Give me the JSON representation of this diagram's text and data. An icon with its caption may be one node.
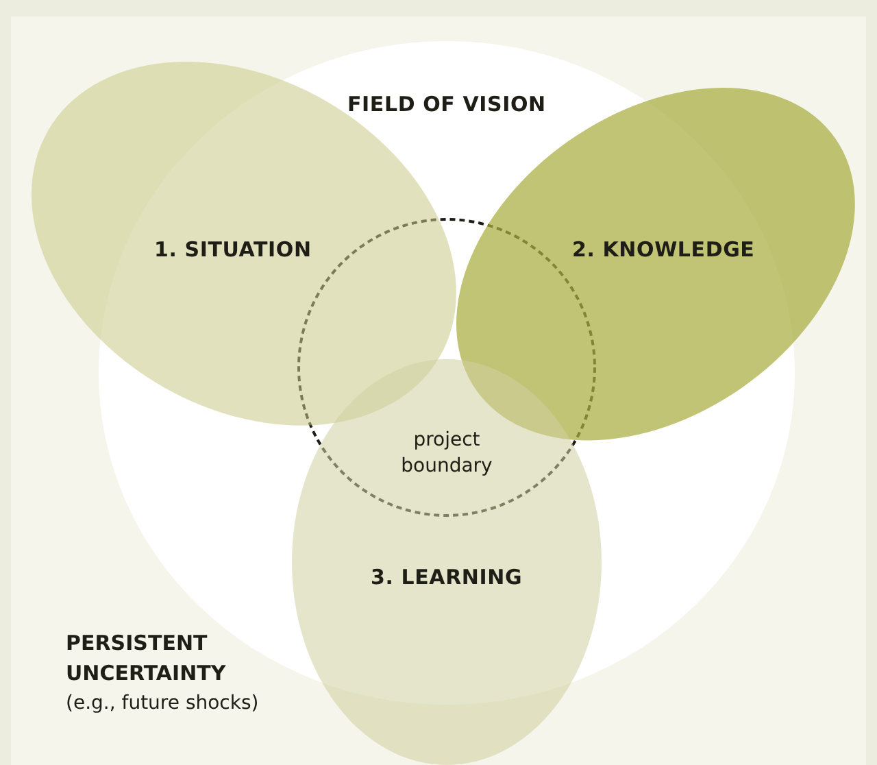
{
  "diagram": {
    "nodes": [
      {
        "text": [
          "FIELD OF VISION"
        ]
      },
      {
        "text": [
          "1. SITUATION"
        ]
      },
      {
        "text": [
          "2. KNOWLEDGE"
        ]
      },
      {
        "text": [
          "3. LEARNING"
        ]
      },
      {
        "text": [
          "project boundary"
        ],
        "in": 0
      }
    ],
    "labels": [
      "PERSISTENT UNCERTAINTY",
      "(e.g., future shocks)"
    ]
  }
}
